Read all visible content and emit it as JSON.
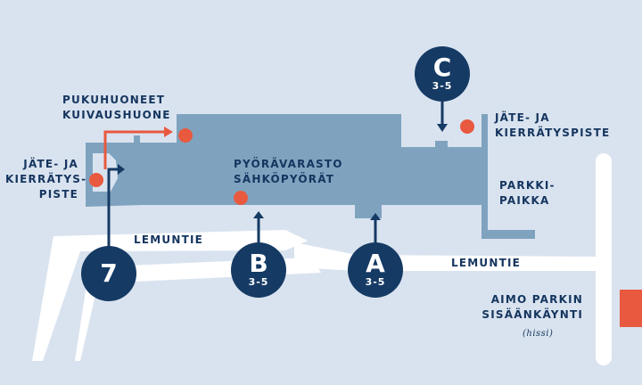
{
  "colors": {
    "background": "#d9e3ef",
    "building": "#7fa3bf",
    "road": "#ffffff",
    "marker": "#153a64",
    "text": "#15355f",
    "accent": "#e8593f"
  },
  "labels": {
    "dressing_rooms": [
      "PUKUHUONEET",
      "KUIVAUSHUONE"
    ],
    "waste_left": [
      "JÄTE- JA",
      "KIERRÄTYS-",
      "PISTE"
    ],
    "waste_right": [
      "JÄTE- JA",
      "KIERRÄTYSPISTE"
    ],
    "bike_storage": [
      "PYÖRÄVARASTO",
      "SÄHKÖPYÖRÄT"
    ],
    "parking": [
      "PARKKI-",
      "PAIKKA"
    ],
    "road_left": "LEMUNTIE",
    "road_right": "LEMUNTIE",
    "aimo_entrance": [
      "AIMO PARKIN",
      "SISÄÄNKÄYNTI"
    ],
    "elevator": "(hissi)"
  },
  "markers": [
    {
      "id": "7",
      "label": "7",
      "floors": ""
    },
    {
      "id": "b",
      "label": "B",
      "floors": "3-5"
    },
    {
      "id": "a",
      "label": "A",
      "floors": "3-5"
    },
    {
      "id": "c",
      "label": "C",
      "floors": "3-5"
    }
  ],
  "icons": {
    "entrance_arrow": "arrow-up-icon",
    "waste_point": "dot-icon",
    "accent_sign": "square-icon"
  }
}
